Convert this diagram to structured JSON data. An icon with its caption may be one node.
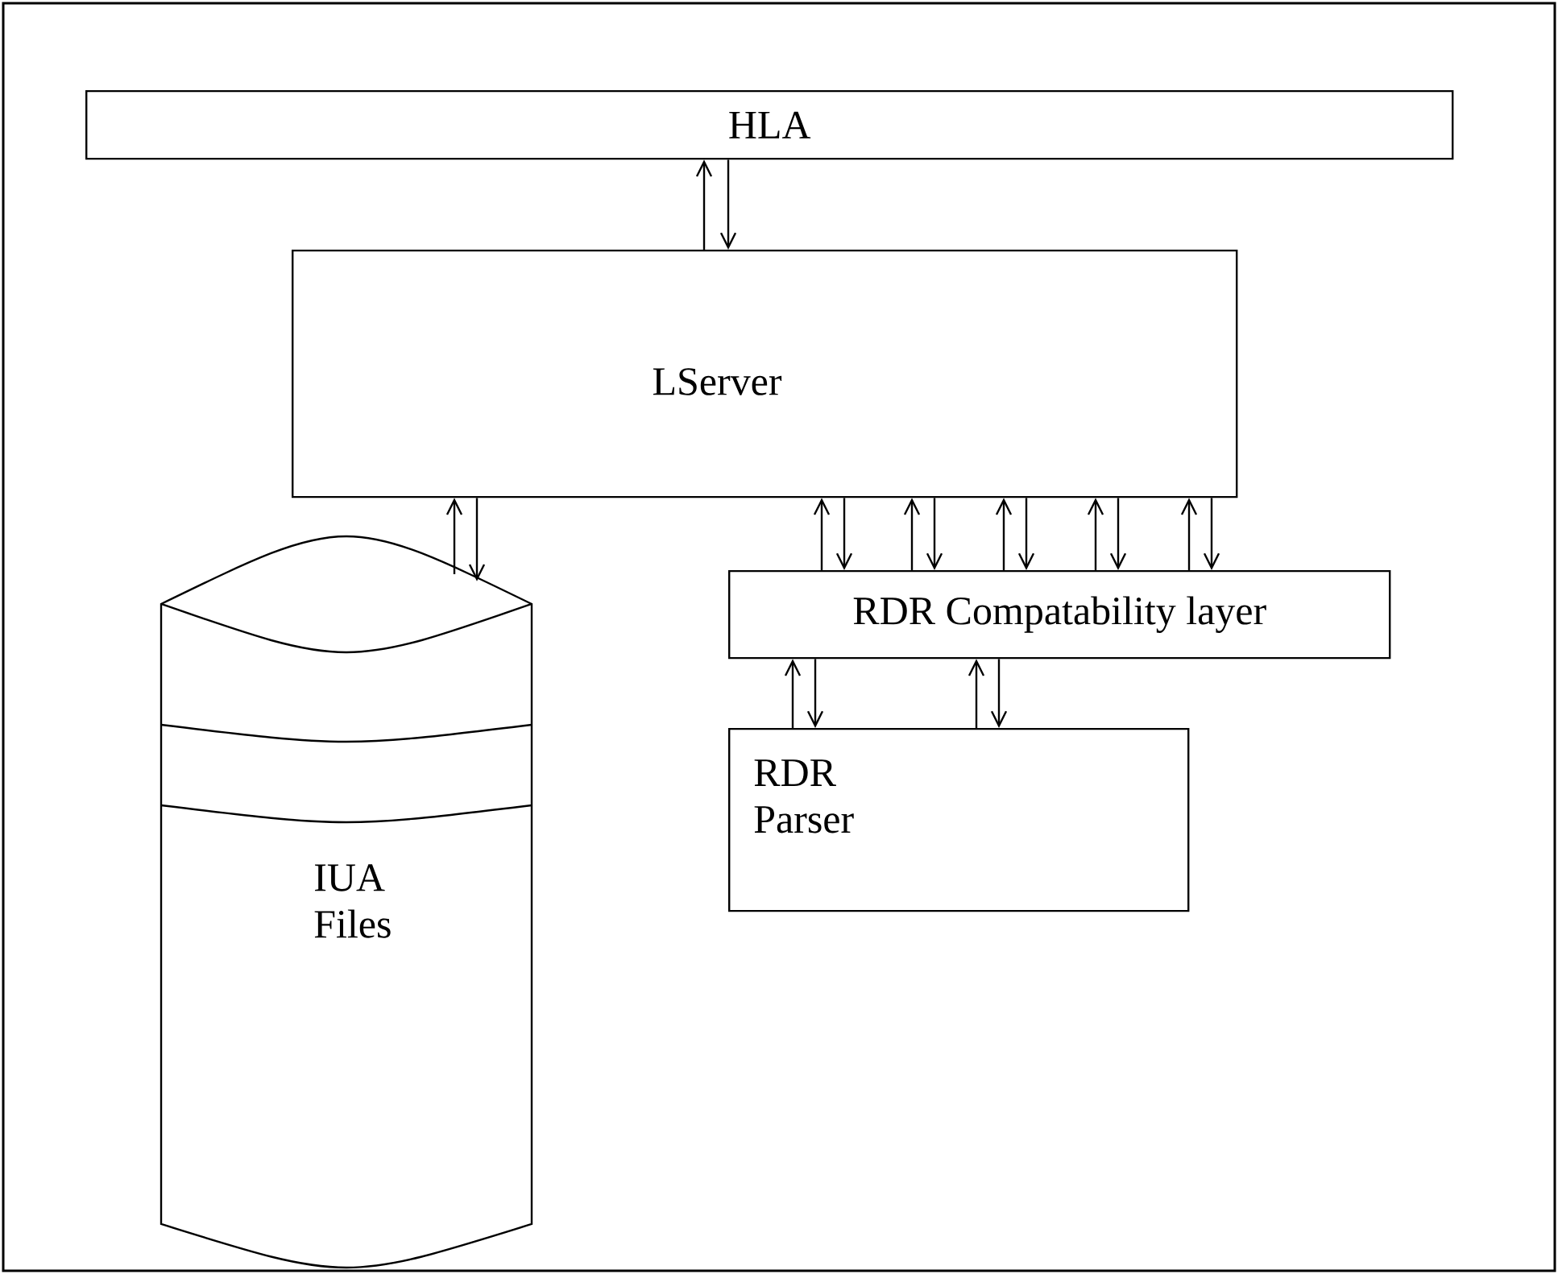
{
  "diagram": {
    "nodes": [
      {
        "text": [
          "HLA"
        ]
      },
      {
        "text": [
          "LServer"
        ]
      },
      {
        "text": [
          "IUA Files"
        ]
      },
      {
        "text": [
          "RDR Compatability layer"
        ]
      },
      {
        "text": [
          "RDR Parser"
        ]
      }
    ],
    "edges": [
      {
        "from": 1,
        "to": 0,
        "arrow": "to"
      },
      {
        "from": 0,
        "to": 1,
        "arrow": "to"
      },
      {
        "from": 2,
        "to": 1,
        "arrow": "to"
      },
      {
        "from": 1,
        "to": 2,
        "arrow": "to"
      },
      {
        "from": 3,
        "to": 1,
        "arrow": "to"
      },
      {
        "from": 1,
        "to": 3,
        "arrow": "to"
      },
      {
        "from": 3,
        "to": 1,
        "arrow": "to"
      },
      {
        "from": 1,
        "to": 3,
        "arrow": "to"
      },
      {
        "from": 3,
        "to": 1,
        "arrow": "to"
      },
      {
        "from": 1,
        "to": 3,
        "arrow": "to"
      },
      {
        "from": 3,
        "to": 1,
        "arrow": "to"
      },
      {
        "from": 1,
        "to": 3,
        "arrow": "to"
      },
      {
        "from": 3,
        "to": 1,
        "arrow": "to"
      },
      {
        "from": 1,
        "to": 3,
        "arrow": "to"
      },
      {
        "from": 4,
        "to": 3,
        "arrow": "to"
      },
      {
        "from": 3,
        "to": 4,
        "arrow": "to"
      },
      {
        "from": 4,
        "to": 3,
        "arrow": "to"
      },
      {
        "from": 3,
        "to": 4,
        "arrow": "to"
      }
    ]
  }
}
